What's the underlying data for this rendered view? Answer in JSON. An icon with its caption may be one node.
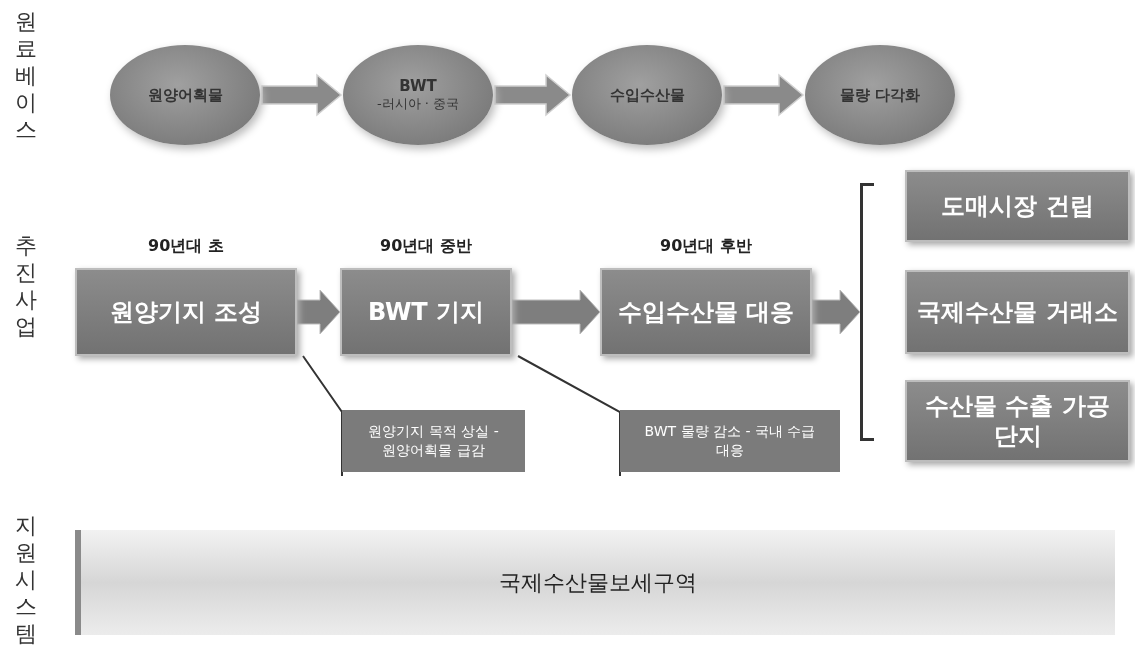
{
  "diagram": {
    "nodes": [
      {
        "text": [
          "원양어획물"
        ]
      },
      {
        "text": [
          "BWT",
          "-러시아 · 중국"
        ]
      },
      {
        "text": [
          "수입수산물"
        ]
      },
      {
        "text": [
          "물량 다각화"
        ]
      },
      {
        "text": [
          "원양기지 조성"
        ],
        "beside": [
          "90년대 초"
        ]
      },
      {
        "text": [
          "BWT 기지"
        ],
        "beside": [
          "90년대 중반"
        ]
      },
      {
        "text": [
          "수입수산물 대응"
        ],
        "beside": [
          "90년대 후반"
        ]
      },
      {
        "text": [
          "도매시장 건립"
        ]
      },
      {
        "text": [
          "국제수산물 거래소"
        ]
      },
      {
        "text": [
          "수산물 수출 가공 단지"
        ]
      },
      {
        "text": [
          "원양기지 목적 상실 - 원양어획물 급감"
        ]
      },
      {
        "text": [
          "BWT 물량 감소 - 국내 수급 대응"
        ]
      },
      {
        "text": [
          "국제수산물보세구역"
        ]
      },
      {
        "text": [],
        "shape": "bracket"
      }
    ],
    "edges": [
      {
        "from": 0,
        "to": 1,
        "arrow": "to"
      },
      {
        "from": 1,
        "to": 2,
        "arrow": "to"
      },
      {
        "from": 2,
        "to": 3,
        "arrow": "to"
      },
      {
        "from": 4,
        "to": 5,
        "arrow": "to"
      },
      {
        "from": 5,
        "to": 6,
        "arrow": "to"
      },
      {
        "from": 6,
        "to": 13,
        "arrow": "to"
      },
      {
        "from": 10,
        "to": 4,
        "arrow": "none"
      },
      {
        "from": 11,
        "to": 5,
        "arrow": "none"
      }
    ],
    "labels": [
      "원료베이스",
      "추진사업",
      "지원시스템"
    ]
  }
}
